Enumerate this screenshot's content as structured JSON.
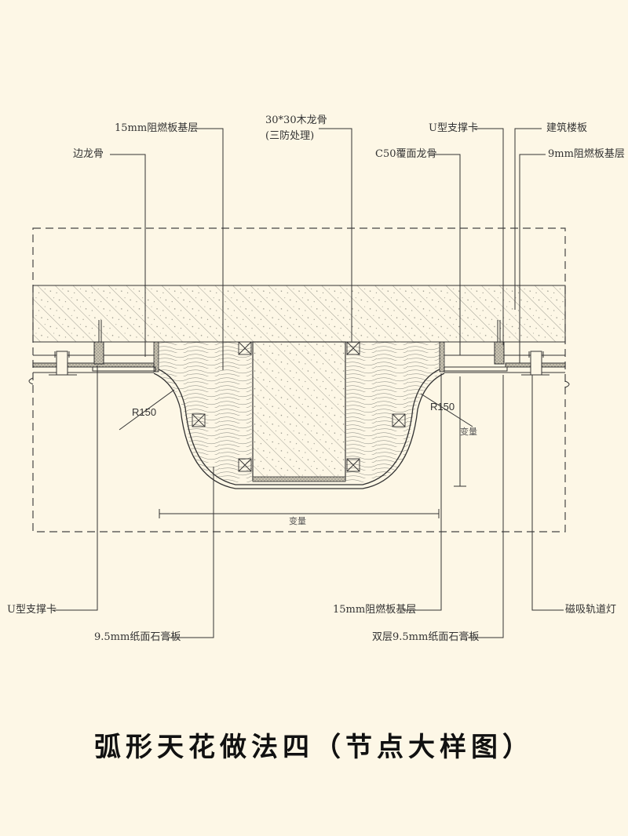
{
  "title": "弧形天花做法四（节点大样图）",
  "colors": {
    "background": "#fdf7e6",
    "line": "#333333",
    "hatch": "#8a8a80",
    "title": "#111111"
  },
  "labels": {
    "top_left_1": "15mm阻燃板基层",
    "top_left_2": "边龙骨",
    "top_center_line1": "30*30木龙骨",
    "top_center_line2": "(三防处理)",
    "top_right_1": "U型支撑卡",
    "top_right_2": "C50覆面龙骨",
    "top_right_3": "建筑楼板",
    "top_right_4": "9mm阻燃板基层",
    "bottom_left_1": "U型支撑卡",
    "bottom_left_2": "9.5mm纸面石膏板",
    "bottom_right_1": "15mm阻燃板基层",
    "bottom_right_2": "双层9.5mm纸面石膏板",
    "bottom_right_3": "磁吸轨道灯"
  },
  "dimensions": {
    "radius_left": "R150",
    "radius_right": "R150",
    "variable_vertical": "变量",
    "variable_horizontal": "变量"
  }
}
